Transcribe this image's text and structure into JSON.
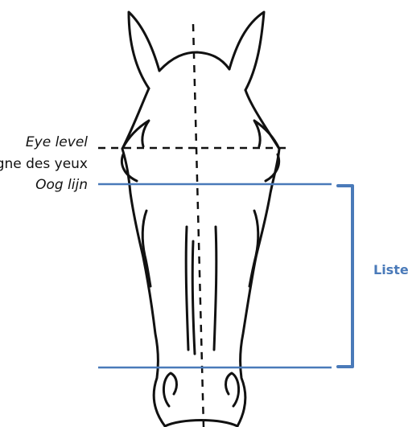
{
  "labels": {
    "eye_level_en": "Eye level",
    "eye_level_fr": "Ligne des yeux",
    "eye_level_nl": "Oog lijn",
    "liste": "Liste"
  },
  "colors": {
    "outline": "#111111",
    "measure": "#4a7ab9",
    "background": "#ffffff"
  }
}
